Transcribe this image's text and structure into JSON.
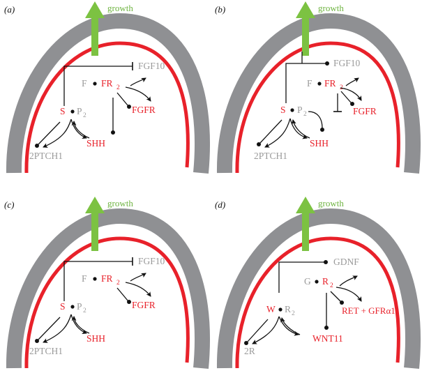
{
  "colors": {
    "red": "#e8212a",
    "grey": "#9a9a9a",
    "tissue": "#8f9093",
    "arrow": "#7cc242",
    "line": "#111111"
  },
  "panels": [
    {
      "label": "(a)",
      "growth": "growth",
      "ligand": "FGF10",
      "ligand_dot": "F",
      "receptor_main": "FR",
      "receptor_sub": "2",
      "receptor_target": "FGFR",
      "shh_bound": "S",
      "patched_main": "P",
      "patched_sub": "2",
      "shh": "SHH",
      "ptch": "2PTCH1"
    },
    {
      "label": "(b)",
      "growth": "growth",
      "ligand": "FGF10",
      "ligand_dot": "F",
      "receptor_main": "FR",
      "receptor_sub": "2",
      "receptor_target": "FGFR",
      "shh_bound": "S",
      "patched_main": "P",
      "patched_sub": "2",
      "shh": "SHH",
      "ptch": "2PTCH1"
    },
    {
      "label": "(c)",
      "growth": "growth",
      "ligand": "FGF10",
      "ligand_dot": "F",
      "receptor_main": "FR",
      "receptor_sub": "2",
      "receptor_target": "FGFR",
      "shh_bound": "S",
      "patched_main": "P",
      "patched_sub": "2",
      "shh": "SHH",
      "ptch": "2PTCH1"
    },
    {
      "label": "(d)",
      "growth": "growth",
      "ligand": "GDNF",
      "ligand_dot": "G",
      "receptor_main": "R",
      "receptor_sub": "2",
      "receptor_target": "RET + GFRα1",
      "shh_bound": "W",
      "patched_main": "R",
      "patched_sub": "2",
      "shh": "WNT11",
      "ptch": "2R"
    }
  ]
}
